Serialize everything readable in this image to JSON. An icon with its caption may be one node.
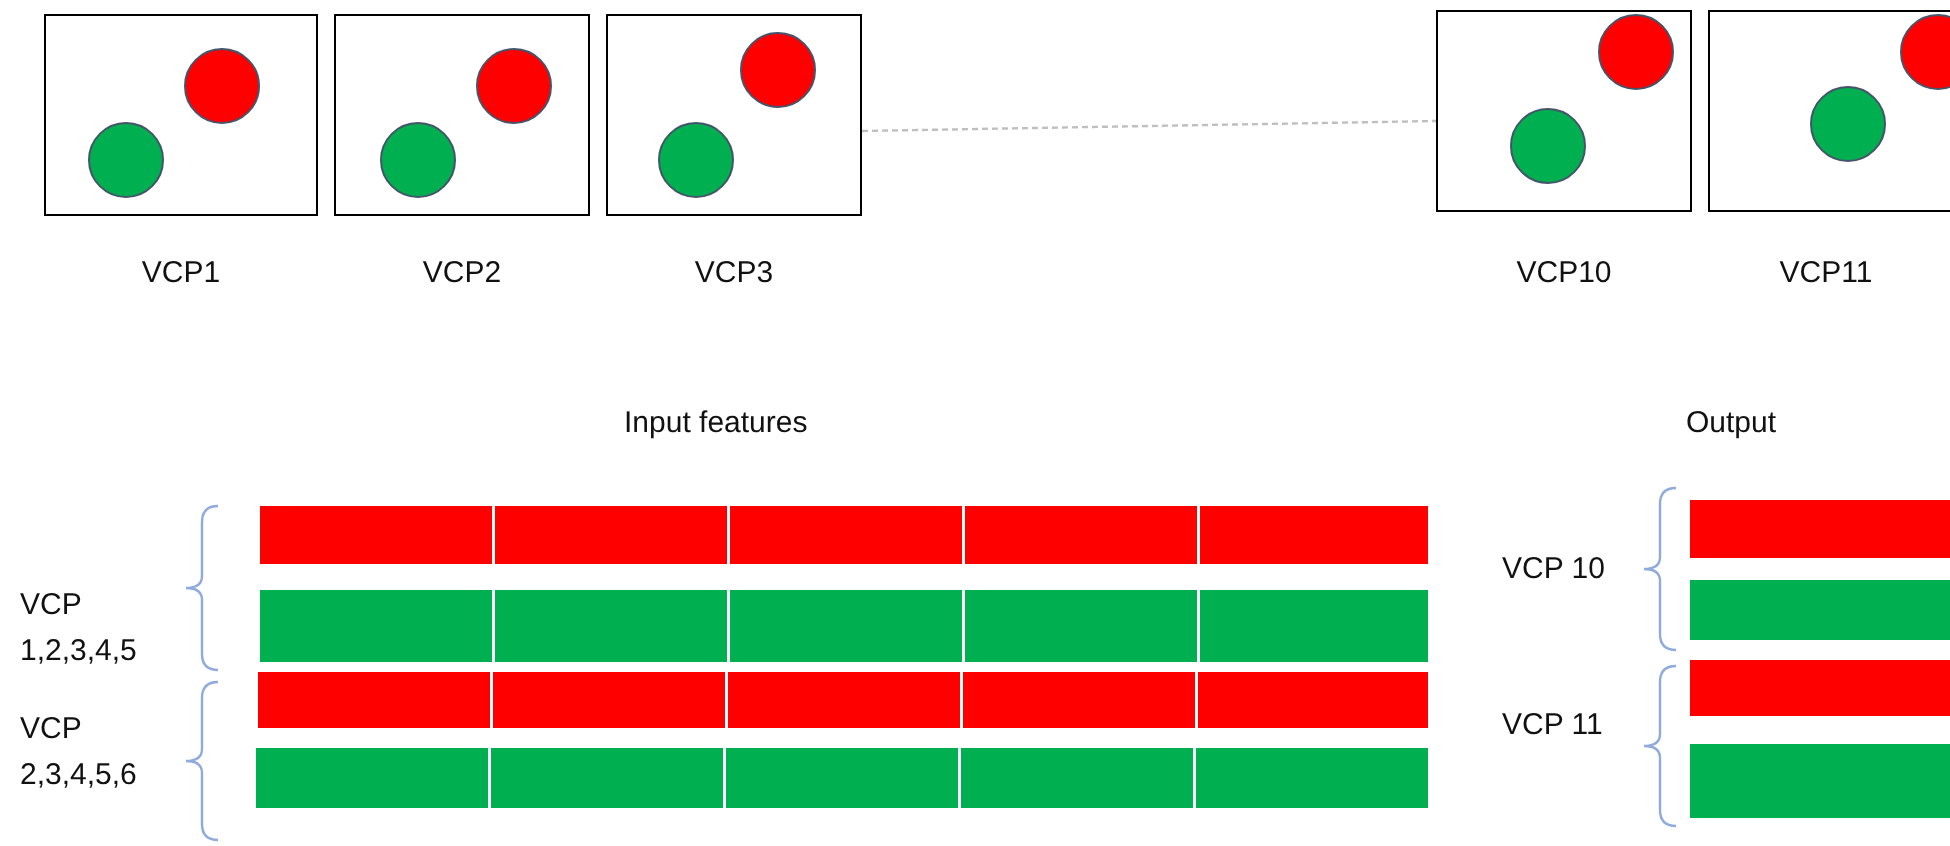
{
  "diagram": {
    "nodes": [
      {
        "text": [],
        "shape": "box",
        "beside": [
          "VCP1"
        ]
      },
      {
        "text": [],
        "shape": "circle",
        "in": 0
      },
      {
        "text": [],
        "shape": "circle",
        "in": 0
      },
      {
        "text": [],
        "shape": "box",
        "beside": [
          "VCP2"
        ]
      },
      {
        "text": [],
        "shape": "circle",
        "in": 3
      },
      {
        "text": [],
        "shape": "circle",
        "in": 3
      },
      {
        "text": [],
        "shape": "box",
        "beside": [
          "VCP3"
        ]
      },
      {
        "text": [],
        "shape": "circle",
        "in": 6
      },
      {
        "text": [],
        "shape": "circle",
        "in": 6
      },
      {
        "text": [],
        "shape": "box",
        "beside": [
          "VCP10"
        ]
      },
      {
        "text": [],
        "shape": "circle",
        "in": 9
      },
      {
        "text": [],
        "shape": "circle",
        "in": 9
      },
      {
        "text": [],
        "shape": "box",
        "beside": [
          "VCP11"
        ]
      },
      {
        "text": [],
        "shape": "circle",
        "in": 12
      },
      {
        "text": [],
        "shape": "circle",
        "in": 12
      },
      {
        "text": [],
        "shape": "bar"
      },
      {
        "text": [],
        "shape": "bar"
      },
      {
        "text": [],
        "shape": "bar"
      },
      {
        "text": [],
        "shape": "bar"
      },
      {
        "text": [],
        "shape": "bar"
      },
      {
        "text": [],
        "shape": "bar"
      },
      {
        "text": [],
        "shape": "bar"
      },
      {
        "text": [],
        "shape": "bar"
      }
    ],
    "edges": [
      {
        "from": 6,
        "to": 9,
        "arrow": "none",
        "style": "dashed"
      }
    ],
    "labels": [
      "Input features",
      "Output",
      "VCP 1,2,3,4,5",
      "VCP 10",
      "VCP 2,3,4,5,6",
      "VCP 11"
    ]
  }
}
